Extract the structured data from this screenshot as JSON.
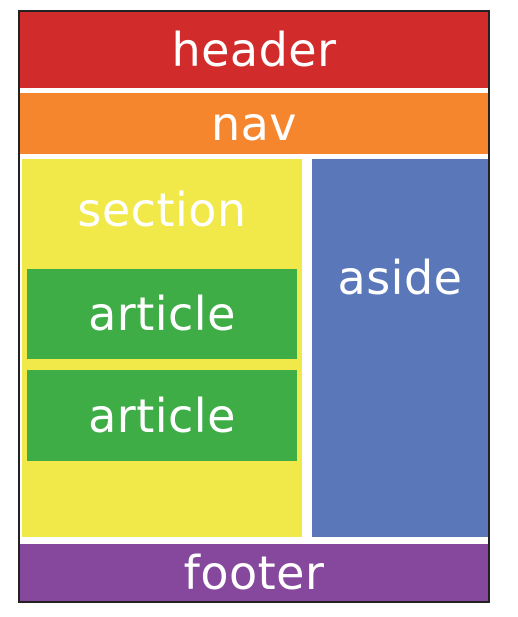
{
  "blocks": {
    "header": "header",
    "nav": "nav",
    "section": "section",
    "article_1": "article",
    "article_2": "article",
    "aside": "aside",
    "footer": "footer"
  },
  "colors": {
    "header": "#d22b2b",
    "nav": "#f5862e",
    "section": "#f1e84a",
    "article": "#3fad46",
    "aside": "#5a77b9",
    "footer": "#86489c",
    "text": "#ffffff",
    "border": "#222222"
  }
}
